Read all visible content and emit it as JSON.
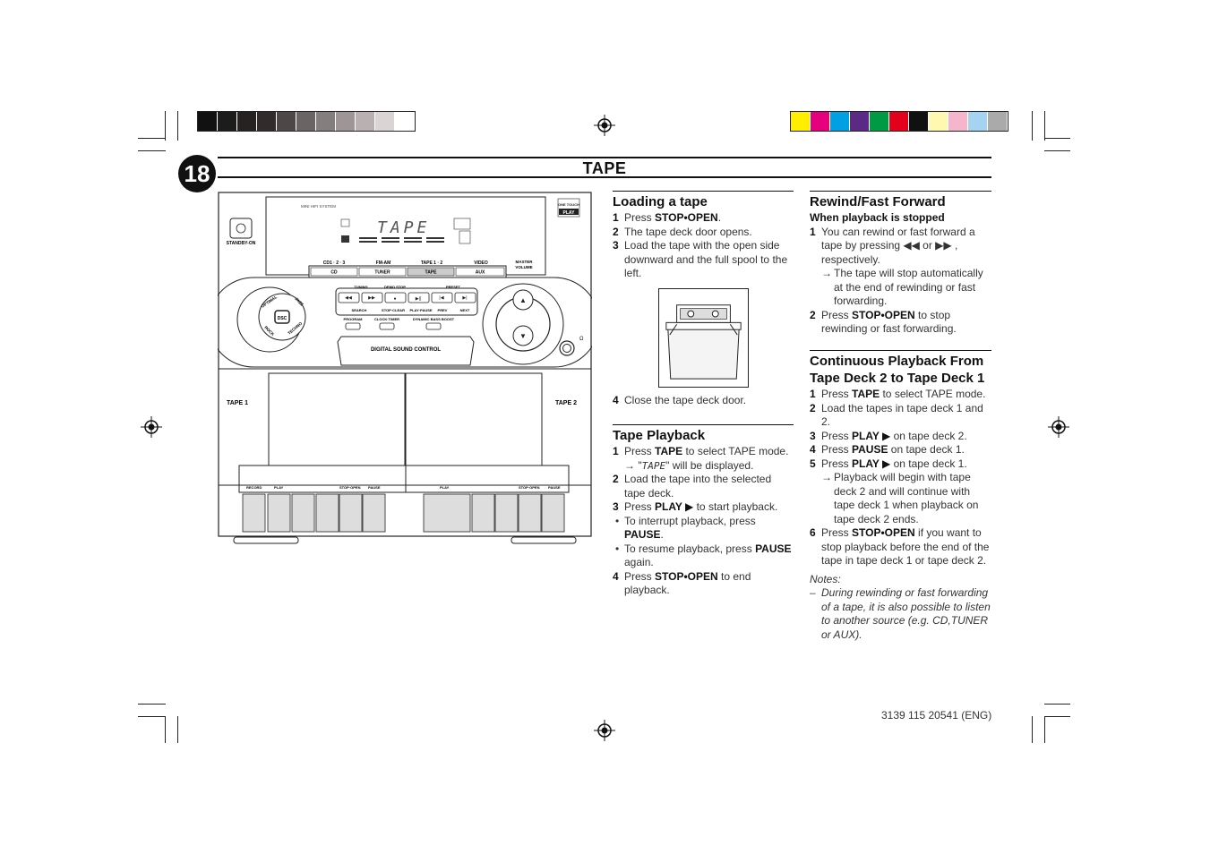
{
  "page": {
    "number": "18",
    "title": "TAPE",
    "footer_code": "3139 115 20541 (ENG)"
  },
  "print_marks": {
    "grayscale": [
      "#111111",
      "#1c1c1c",
      "#262222",
      "#312b2b",
      "#4d4747",
      "#6a6464",
      "#857e7e",
      "#9e9696",
      "#b9b1b1",
      "#dad4d4",
      "#ffffff"
    ],
    "colors": [
      "#ffee00",
      "#e6007e",
      "#00a0e3",
      "#5b2a86",
      "#009a44",
      "#e2001a",
      "#111111",
      "#fff8b0",
      "#f5b5cc",
      "#a7d3f2",
      "#aaaaaa"
    ]
  },
  "device": {
    "model_label": "MINI HIFI SYSTEM",
    "display_text": "TAPE",
    "standby_label": "STANDBY-ON",
    "autoplay_badge": [
      "ONE TOUCH",
      "PLAY"
    ],
    "source_top": [
      "CD1 · 2 · 3",
      "FM-AM",
      "TAPE 1 · 2",
      "VIDEO"
    ],
    "source_keys": [
      "CD",
      "TUNER",
      "TAPE",
      "AUX"
    ],
    "master_volume": [
      "MASTER",
      "VOLUME"
    ],
    "transport_top": [
      "TUNING",
      "DEMO STOP",
      "PRESET"
    ],
    "transport_bottom": [
      "SEARCH",
      "STOP·CLEAR",
      "PLAY·PAUSE",
      "PREV",
      "NEXT"
    ],
    "function_keys": [
      "PROGRAM",
      "CLOCK·TIMER",
      "DYNAMIC BASS BOOST"
    ],
    "dsc_labels": [
      "OPTIMAL",
      "JAZZ",
      "ROCK",
      "TECHNO",
      "DSC"
    ],
    "dsc_panel": "DIGITAL SOUND CONTROL",
    "deck_labels": [
      "TAPE 1",
      "TAPE 2"
    ],
    "deck1_keys": [
      "RECORD",
      "PLAY",
      "STOP·OPEN",
      "PAUSE"
    ],
    "deck2_keys": [
      "PLAY",
      "STOP·OPEN",
      "PAUSE"
    ]
  },
  "loading": {
    "heading": "Loading a tape",
    "s1_n": "1",
    "s1_pre": "Press ",
    "s1_b": "STOP•OPEN",
    "s1_post": ".",
    "s2_n": "2",
    "s2": "The tape deck door opens.",
    "s3_n": "3",
    "s3": "Load the tape with the open side downward and the full spool to the left.",
    "s4_n": "4",
    "s4": "Close the tape deck door."
  },
  "playback": {
    "heading": "Tape Playback",
    "s1_pre": "Press ",
    "s1_b": "TAPE",
    "s1_post": " to select TAPE mode.",
    "s1_arrow_pre": "\"",
    "s1_lcd": "TAPE",
    "s1_arrow_post": "\" will be displayed.",
    "s2": "Load the tape into the selected tape deck.",
    "s3_pre": "Press ",
    "s3_b": "PLAY ▶",
    "s3_post": " to start playback.",
    "b1_pre": "To interrupt playback, press ",
    "b1_b": "PAUSE",
    "b1_post": ".",
    "b2_pre": "To resume playback, press ",
    "b2_b": "PAUSE",
    "b2_post": " again.",
    "s4_pre": "Press ",
    "s4_b": "STOP•OPEN",
    "s4_post": " to end playback."
  },
  "rewind": {
    "heading": "Rewind/Fast Forward",
    "subheading": "When playback is stopped",
    "s1": "You can rewind or fast forward a tape by pressing ◀◀ or ▶▶ , respectively.",
    "s1_arrow": "The tape will stop automatically at the end of rewinding or fast forwarding.",
    "s2_pre": "Press ",
    "s2_b": "STOP•OPEN",
    "s2_post": " to stop rewinding or fast forwarding."
  },
  "continuous": {
    "heading": "Continuous Playback From Tape Deck 2 to Tape Deck 1",
    "s1_pre": "Press ",
    "s1_b": "TAPE",
    "s1_post": " to select TAPE mode.",
    "s2": "Load the tapes in tape deck 1 and 2.",
    "s3_pre": "Press ",
    "s3_b": "PLAY ▶",
    "s3_post": " on tape deck 2.",
    "s4_pre": "Press ",
    "s4_b": "PAUSE",
    "s4_post": " on tape deck 1.",
    "s5_pre": "Press ",
    "s5_b": "PLAY ▶",
    "s5_post": " on tape deck 1.",
    "s5_arrow": "Playback will begin with tape deck 2 and will continue with tape deck 1 when playback on tape deck 2 ends.",
    "s6_pre": "Press ",
    "s6_b": "STOP•OPEN",
    "s6_post": " if you want to stop playback before the end of the tape in tape deck 1 or tape deck 2.",
    "notes_label": "Notes:",
    "note_dash": "–",
    "note1": "During rewinding or fast forwarding of a tape, it is also possible to listen to another source (e.g. CD,TUNER or AUX)."
  }
}
